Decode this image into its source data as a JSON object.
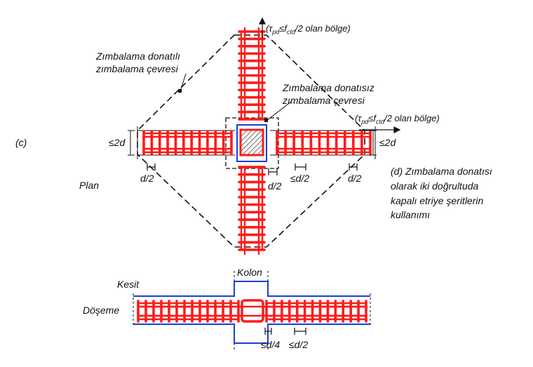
{
  "labels": {
    "panel_c": "(c)",
    "plan": "Plan",
    "perimeter_with_line1": "Zımbalama donatılı",
    "perimeter_with_line2": "zımbalama çevresi",
    "perimeter_without_line1": "Zımbalama donatısız",
    "perimeter_without_line2": "zımbalama çevresi",
    "zone_prefix": "(τ",
    "zone_sub1": "pd",
    "zone_leq": "≤f",
    "zone_sub2": "ctd",
    "zone_suffix": "/2 olan bölge)",
    "leq_2d": "≤2d",
    "d_half": "d/2",
    "leq_d_half": "≤d/2",
    "leq_d_quarter": "≤d/4",
    "panel_d_line1": "(d) Zımbalama donatısı",
    "panel_d_line2": "olarak iki doğrultuda",
    "panel_d_line3": "kapalı etriye şeritlerin",
    "panel_d_line4": "kullanımı",
    "kolon": "Kolon",
    "kesit": "Kesit",
    "doseme": "Döşeme"
  },
  "colors": {
    "rebar": "#ff1a1a",
    "column_outline": "#1a3fd6",
    "line": "#111111",
    "hatch": "#333333"
  }
}
